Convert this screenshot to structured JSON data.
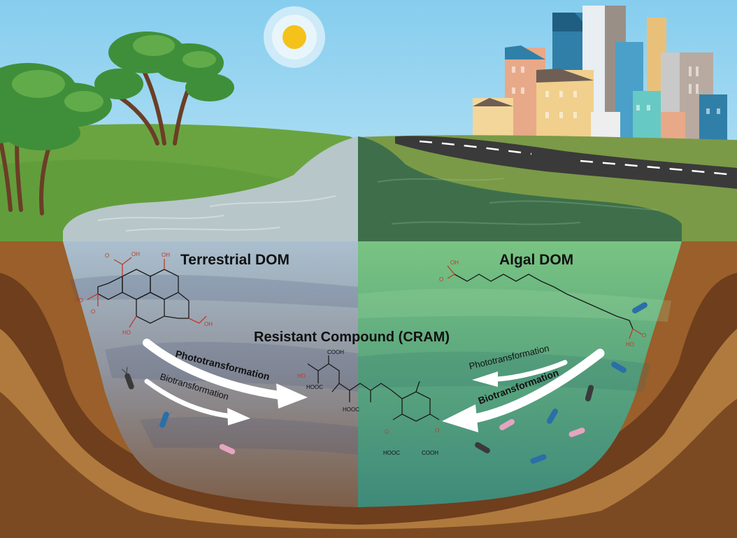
{
  "labels": {
    "terrestrial": "Terrestrial DOM",
    "algal": "Algal DOM",
    "resistant": "Resistant Compound (CRAM)",
    "left_photo": "Phototransformation",
    "left_bio": "Biotransformation",
    "right_photo": "Phototransformation",
    "right_bio": "Biotransformation"
  },
  "chem": {
    "oh": "OH",
    "ho": "HO",
    "cooh": "COOH",
    "hooc": "HOOC",
    "o": "O"
  },
  "colors": {
    "sky": "#8fd0ee",
    "sun": "#f5c21b",
    "grass": "#6aa441",
    "soil": "#8b5a2b",
    "water_terrestrial": "#a8b7c4",
    "water_algal": "#6fbf7f",
    "arrow": "#ffffff"
  }
}
